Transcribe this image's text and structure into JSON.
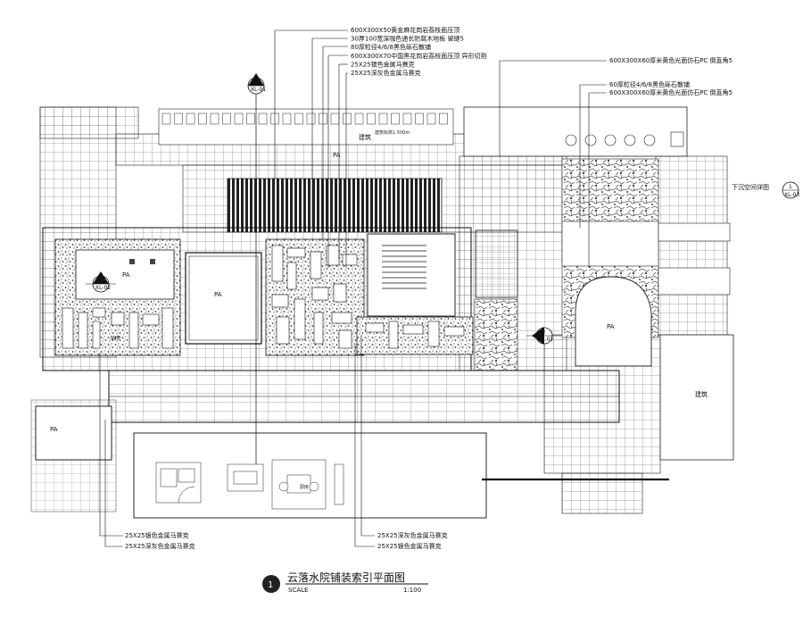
{
  "callouts_top": [
    "600X300X50黄金麻花岗岩荔枝面压顶",
    "30厚100宽深咖色通长防腐木地板 留缝5",
    "80厚粒径4/6/8黑色砾石散铺",
    "600X300X70中国黑花岗岩荔枝面压顶 异形切割",
    "25X25银色金属马赛克",
    "25X25深灰色金属马赛克"
  ],
  "callouts_right": [
    "600X300X60厚米黄色光面仿石PC 倒直角5",
    "60厚粒径4/6/8黑色砾石散铺",
    "600X300X60厚米黄色光面仿石PC 倒直角5"
  ],
  "callouts_bottom_left": [
    "25X25银色金属马赛克",
    "25X25深灰色金属马赛克"
  ],
  "callouts_bottom_mid": [
    "25X25深灰色金属马赛克",
    "25X25银色金属马赛克"
  ],
  "labels": {
    "building_top": "建筑",
    "building_right": "建筑",
    "pa": "PA",
    "wp": "WP",
    "sunken_space": "下沉空间详图",
    "small_note": "建筑标高1.500m",
    "kitchen": "厨房"
  },
  "section_markers": {
    "top": {
      "num": "1",
      "ref": "XL-01"
    },
    "left": {
      "num": "1",
      "ref": "XL-02"
    },
    "mid": {
      "num": "2",
      "ref": "XL-02"
    },
    "right": {
      "num": "1",
      "ref": "XL-03"
    }
  },
  "title_block": {
    "number": "1",
    "title": "云落水院铺装索引平面图",
    "scale_label": "SCALE",
    "scale_value": "1:100"
  }
}
